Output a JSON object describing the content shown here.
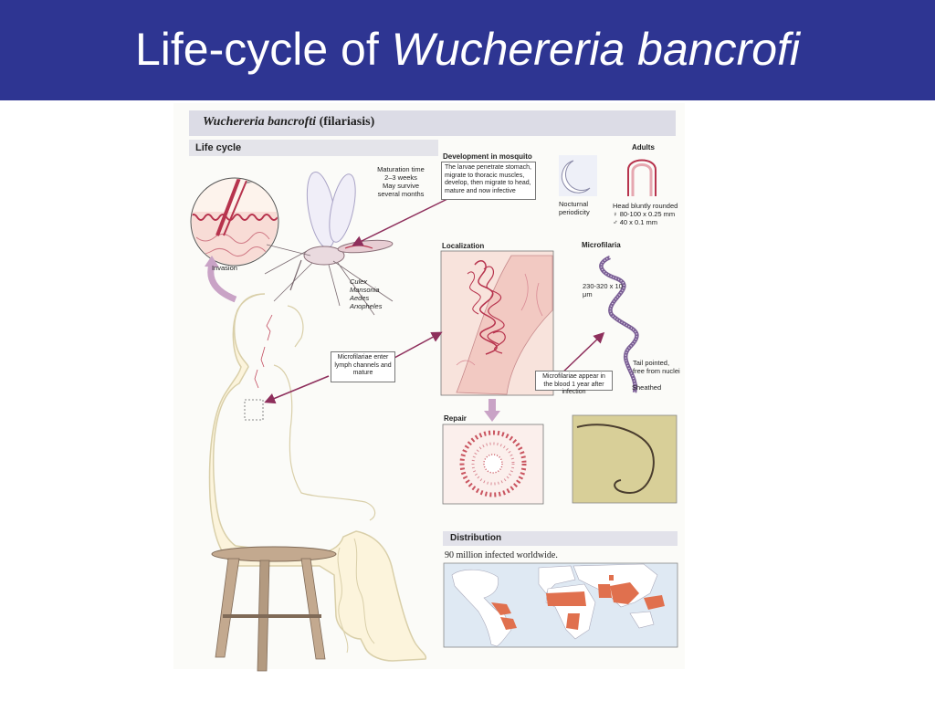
{
  "slide": {
    "title_prefix": "Life-cycle of ",
    "title_italic": "Wuchereria bancrofi"
  },
  "figure": {
    "banner_italic": "Wuchereria bancrofti",
    "banner_rest": " (filariasis)",
    "life_cycle": "Life cycle",
    "invasion": "Invasion",
    "maturation": [
      "Maturation time",
      "2–3 weeks",
      "May survive",
      "several months"
    ],
    "mosquito_species": [
      "Culex",
      "Mansonia",
      "Aedes",
      "Anopheles"
    ],
    "dev_heading": "Development in mosquito",
    "dev_text": "The larvae penetrate stomach, migrate to thoracic muscles, develop, then migrate to head, mature and now infective",
    "adults_heading": "Adults",
    "nocturnal": [
      "Nocturnal",
      "periodicity"
    ],
    "adult_desc": [
      "Head bluntly rounded",
      "♀ 80-100 x 0.25 mm",
      "♂ 40 x 0.1 mm"
    ],
    "localization": "Localization",
    "microfilaria_heading": "Microfilaria",
    "microfilaria_size": [
      "230-320 x 10",
      "μm"
    ],
    "lymph_text": "Microfilariae enter lymph channels and mature",
    "blood_text": "Microfilariae appear in the blood 1 year after infection",
    "tail_text": [
      "Tail pointed,",
      "free from nuclei"
    ],
    "sheathed": "Sheathed",
    "repair": "Repair",
    "distribution": "Distribution",
    "infected": "90 million infected worldwide."
  },
  "colors": {
    "header": "#2e3592",
    "arrow": "#8e2f5c",
    "endemic": "#e0704e",
    "ocean": "#dfe9f3"
  }
}
